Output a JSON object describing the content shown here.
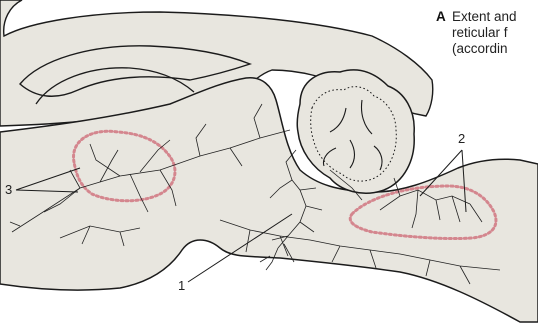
{
  "caption": {
    "letter": "A",
    "line1": "Extent and",
    "line2": "reticular f",
    "line3": "(accordin"
  },
  "labels": {
    "neuron": "1",
    "raphe": "2",
    "magnocellular": "3"
  },
  "colors": {
    "tissue": "#e8e6df",
    "outline": "#1b1b1b",
    "dots": "#d4868e",
    "fiber": "#222222"
  }
}
